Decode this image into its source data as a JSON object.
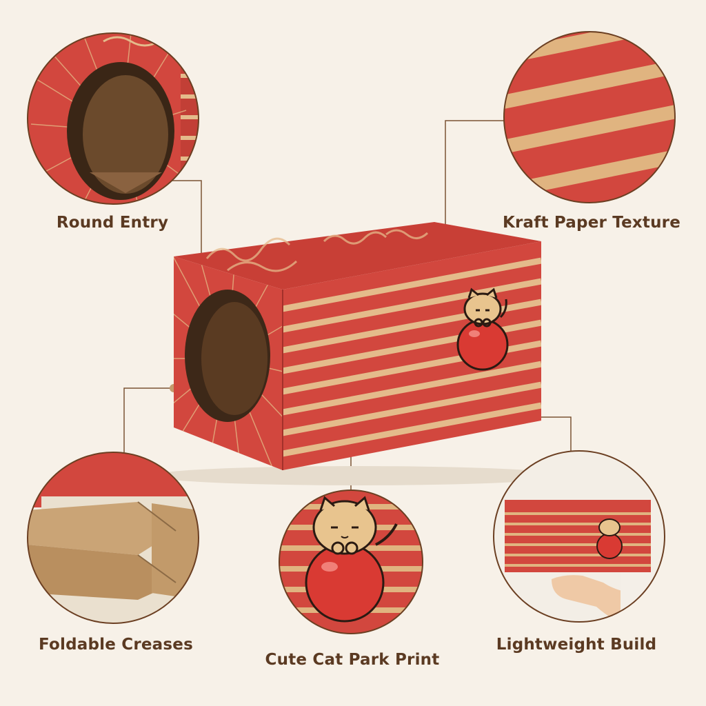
{
  "colors": {
    "background": "#f7f1e8",
    "box_red": "#d2473e",
    "box_red_dark": "#b9342d",
    "kraft": "#d9b07a",
    "circle_border": "#6b3f22",
    "caption": "#5b3a22",
    "leader_line": "#7a5232"
  },
  "callouts": {
    "round_entry": "Round Entry",
    "kraft_texture": "Kraft Paper Texture",
    "foldable_creases": "Foldable Creases",
    "cat_print": "Cute Cat Park Print",
    "lightweight": "Lightweight Build"
  }
}
